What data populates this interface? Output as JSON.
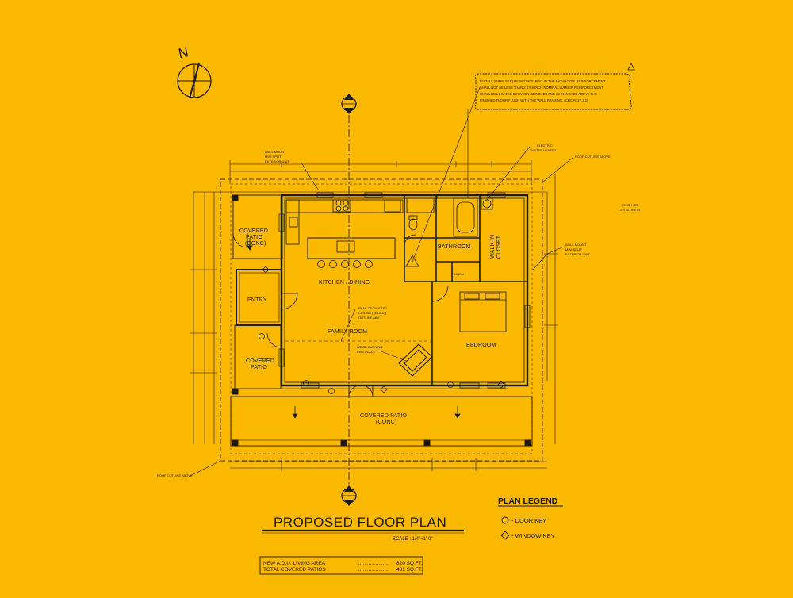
{
  "north": {
    "label": "N"
  },
  "rooms": {
    "covered_patio_nw": [
      "COVERED",
      "PATIO",
      "(CONC)"
    ],
    "entry": "ENTRY",
    "covered_patio_sw": [
      "COVERED",
      "PATIO"
    ],
    "kitchen_dining": "KITCHEN / DINING",
    "family_room": "FAMILY ROOM",
    "bathroom": "BATHROOM",
    "walk_in_closet": [
      "WALK-IN",
      "CLOSET"
    ],
    "linen": "LINEN",
    "bedroom": "BEDROOM",
    "covered_patio_s": [
      "COVERED PATIO",
      "(CONC)"
    ]
  },
  "notes": {
    "bath_reinforcement": [
      "INSTALL (GRAB BAR) REINFORCEMENT IN THE BATHROOM. REINFORCEMENT",
      "SHALL NOT BE LESS THAN 2 BY 8 INCH NOMINAL LUMBER REINFORCEMENT",
      "SHALL BE LOCATED BETWEEN 33 INCHES AND 38 IN INCHES ABOVE THE",
      "FINISHED FLOOR FLUSH WITH THE WALL FRAMING. (CRC R327.1.1)"
    ],
    "water_heater": [
      "ELECTRIC",
      "WATER HEATER"
    ],
    "roof_outline_top": "ROOF OUTLINE ABOVE",
    "roof_outline_bottom": "ROOF OUTLINE ABOVE",
    "wall_mount_left": [
      "WALL MOUNT",
      "MINI SPLIT",
      "EXTERIOR UNIT"
    ],
    "wall_mount_right": [
      "WALL MOUNT",
      "MINI SPLIT",
      "EXTERIOR UNIT"
    ],
    "vaulted_ceiling": [
      "PEAK OF VAULTED",
      "CEILING (@ 10'-0\")",
      "OUTLINE ABV."
    ],
    "fireplace": [
      "WOOD BURNING",
      "FIRE PLACE"
    ],
    "finish_grade": [
      "FINISH GR",
      "2% SLOPE M"
    ]
  },
  "title": {
    "text": "PROPOSED FLOOR PLAN",
    "scale": "SCALE : 1/4\"=1'-0\""
  },
  "legend": {
    "heading": "PLAN LEGEND",
    "door_key": "- DOOR KEY",
    "window_key": "- WINDOW KEY"
  },
  "areas": [
    {
      "label": "NEW A.D.U. LIVING AREA",
      "value": "820 SQ.FT."
    },
    {
      "label": "TOTAL COVERED PATIOS",
      "value": "431 SQ.FT."
    }
  ]
}
